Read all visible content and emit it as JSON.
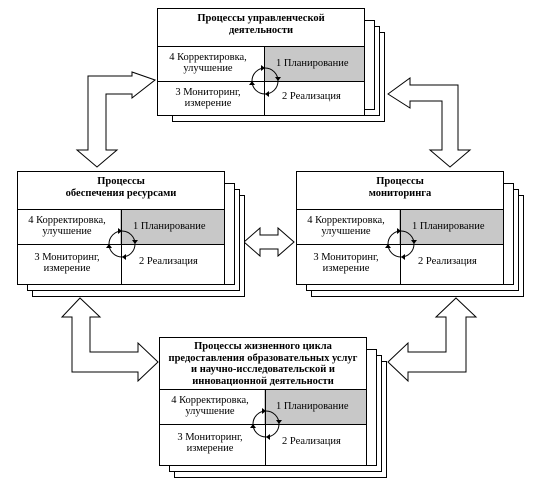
{
  "boxes": {
    "management": {
      "title_line1": "Процессы управленческой",
      "title_line2": "деятельности",
      "correction_line1": "4 Корректировка,",
      "correction_line2": "улучшение",
      "planning": "1 Планирование",
      "monitoring_line1": "3 Мониторинг,",
      "monitoring_line2": "измерение",
      "realization": "2 Реализация"
    },
    "resources": {
      "title_line1": "Процессы",
      "title_line2": "обеспечения ресурсами",
      "correction_line1": "4 Корректировка,",
      "correction_line2": "улучшение",
      "planning": "1 Планирование",
      "monitoring_line1": "3 Мониторинг,",
      "monitoring_line2": "измерение",
      "realization": "2 Реализация"
    },
    "monitoring": {
      "title_line1": "Процессы",
      "title_line2": "мониторинга",
      "correction_line1": "4 Корректировка,",
      "correction_line2": "улучшение",
      "planning": "1 Планирование",
      "monitoring_line1": "3 Мониторинг,",
      "monitoring_line2": "измерение",
      "realization": "2 Реализация"
    },
    "lifecycle": {
      "title_line1": "Процессы  жизненного цикла",
      "title_line2": "предоставления образовательных услуг",
      "title_line3": "и научно-исследовательской и",
      "title_line4": "инновационной деятельности",
      "correction_line1": "4 Корректировка,",
      "correction_line2": "улучшение",
      "planning": "1 Планирование",
      "monitoring_line1": "3 Мониторинг,",
      "monitoring_line2": "измерение",
      "realization": "2 Реализация"
    }
  },
  "colors": {
    "planning_fill": "#c8c8c8",
    "line": "#000000",
    "background": "#ffffff"
  }
}
